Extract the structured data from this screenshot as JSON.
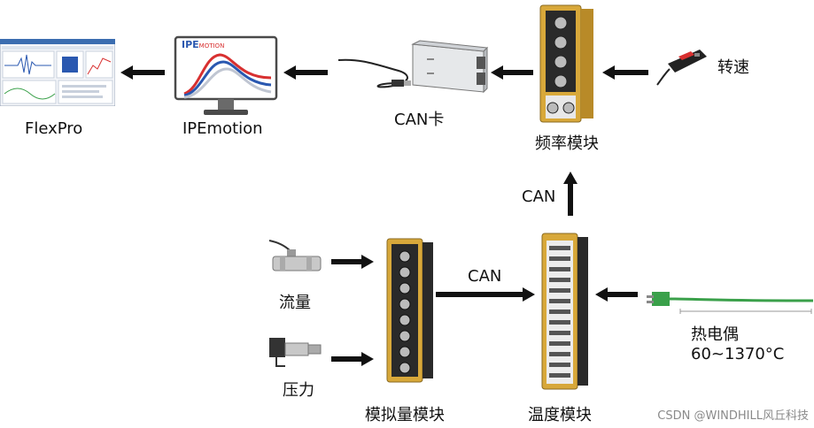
{
  "labels": {
    "flexpro": "FlexPro",
    "ipemotion": "IPEmotion",
    "can_card": "CAN卡",
    "freq_module": "频率模块",
    "speed": "转速",
    "can_up": "CAN",
    "can_mid": "CAN",
    "flow": "流量",
    "pressure": "压力",
    "analog_module": "模拟量模块",
    "temp_module": "温度模块",
    "thermocouple": "热电偶",
    "temp_range": "60~1370°C"
  },
  "logo": {
    "ipe": "IPE",
    "motion": "MOTION"
  },
  "watermark": "CSDN @WINDHILL风丘科技",
  "colors": {
    "arrow": "#111111",
    "module_gold": "#d8a83a",
    "module_dark": "#2a2a2a",
    "thermo_green": "#3aa04a",
    "curve_red": "#d83030",
    "curve_blue": "#2a58b0"
  }
}
